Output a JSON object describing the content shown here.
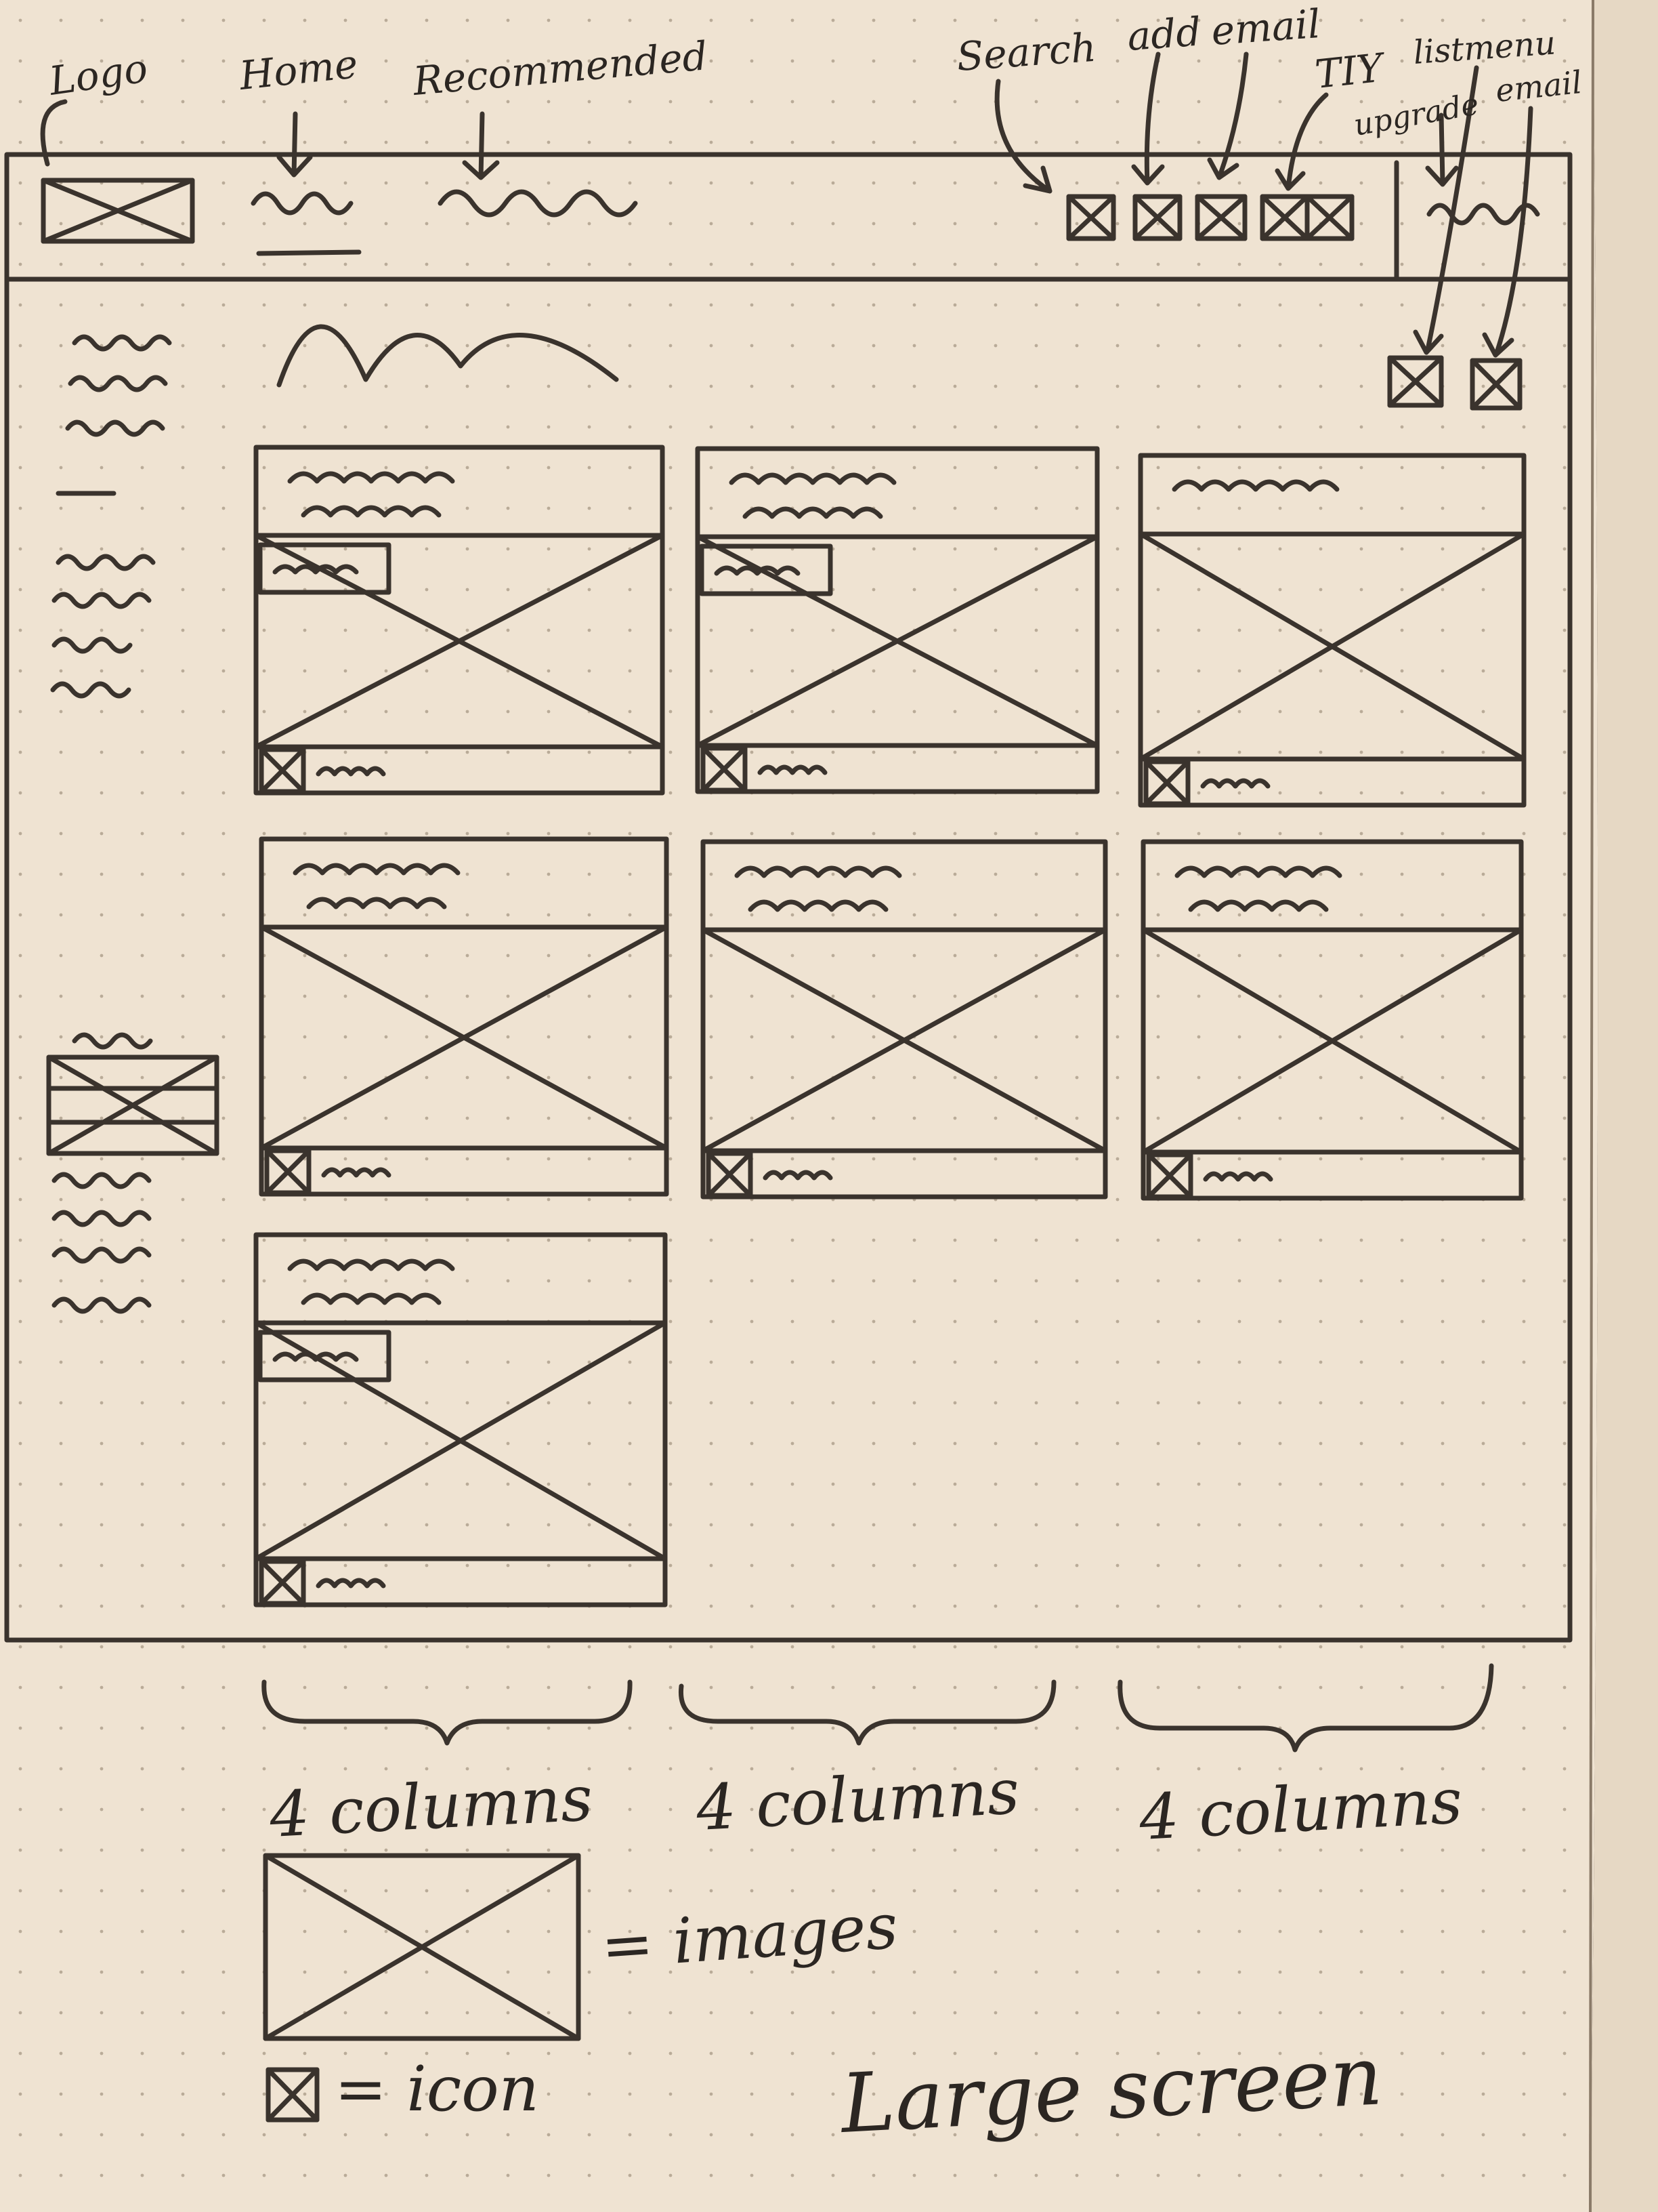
{
  "title": "Large screen",
  "annotations": {
    "logo": "Logo",
    "home": "Home",
    "recommended": "Recommended",
    "search": "Search",
    "add": "add",
    "email": "email",
    "tiy": "TIY",
    "upgrade": "upgrade",
    "list_menu": "listmenu",
    "email_2": "email"
  },
  "columns": [
    "4 columns",
    "4 columns",
    "4 columns"
  ],
  "legend": {
    "image_label": "= images",
    "icon_label": "= icon"
  },
  "colors": {
    "paper": "#efe3d2",
    "ink": "#3a332d",
    "background": "#2a1f1a"
  }
}
